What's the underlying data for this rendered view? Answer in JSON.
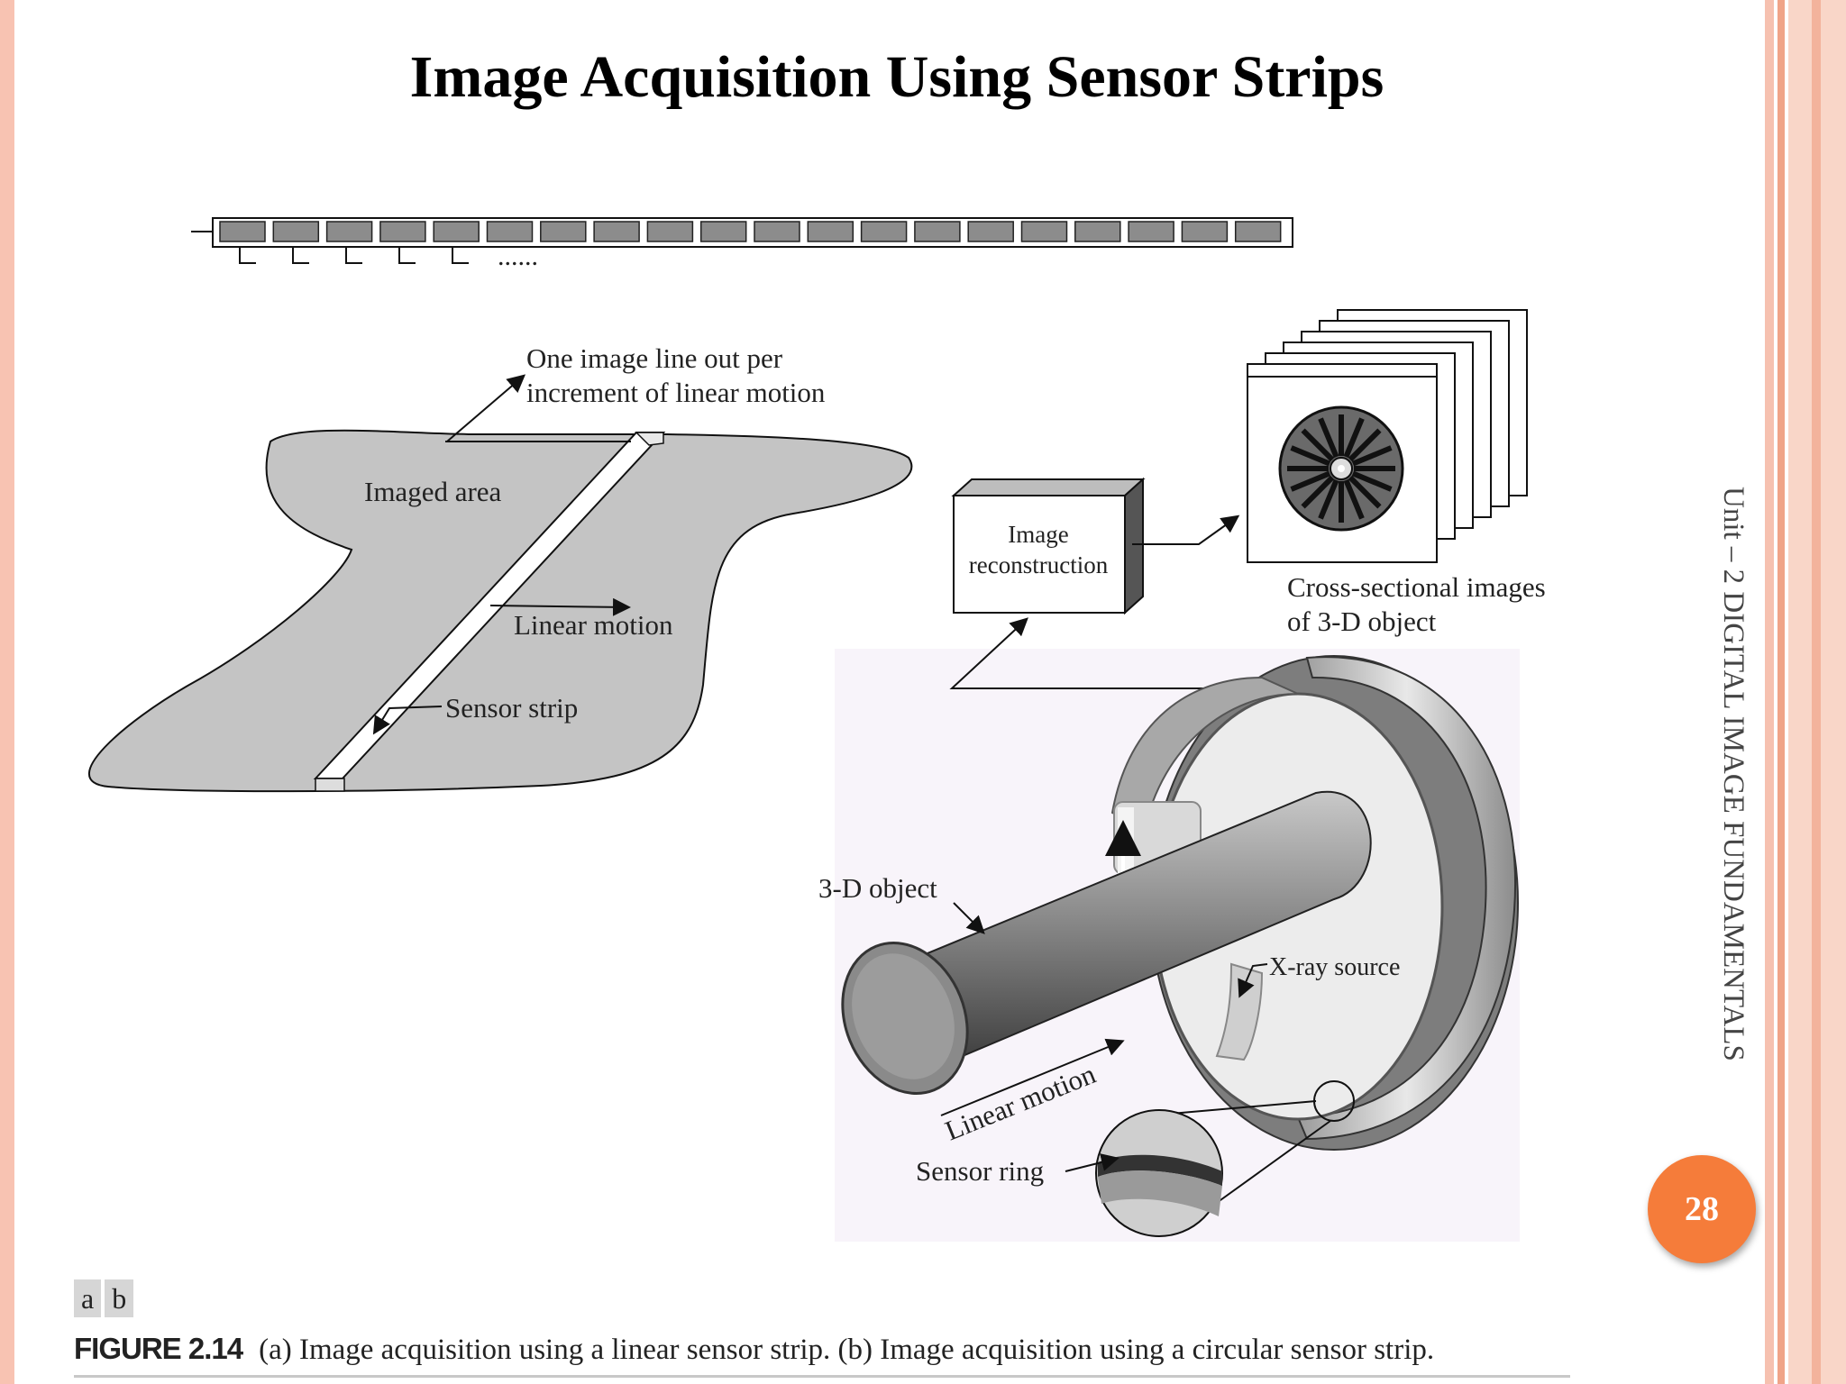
{
  "slide": {
    "title": "Image Acquisition Using Sensor Strips",
    "side_label": "Unit – 2 DIGITAL IMAGE FUNDAMENTALS",
    "page_number": "28"
  },
  "figure_a": {
    "line_out_label_1": "One image line out per",
    "line_out_label_2": "increment of linear motion",
    "imaged_area_label": "Imaged area",
    "linear_motion_label": "Linear motion",
    "sensor_strip_label": "Sensor strip",
    "ellipsis": "......"
  },
  "figure_b": {
    "image_reconstruction_label_1": "Image",
    "image_reconstruction_label_2": "reconstruction",
    "cross_section_label_1": "Cross-sectional images",
    "cross_section_label_2": "of 3-D object",
    "object_label": "3-D object",
    "xray_label": "X-ray source",
    "linear_motion_label": "Linear motion",
    "sensor_ring_label": "Sensor ring"
  },
  "caption": {
    "panel_a": "a",
    "panel_b": "b",
    "figure_label": "FIGURE 2.14",
    "text": "(a) Image acquisition using a linear sensor strip. (b) Image acquisition using a circular sensor strip."
  },
  "colors": {
    "accent_orange": "#f57c3a",
    "edge_peach": "#f8c3b2",
    "area_gray": "#c4c4c4"
  }
}
